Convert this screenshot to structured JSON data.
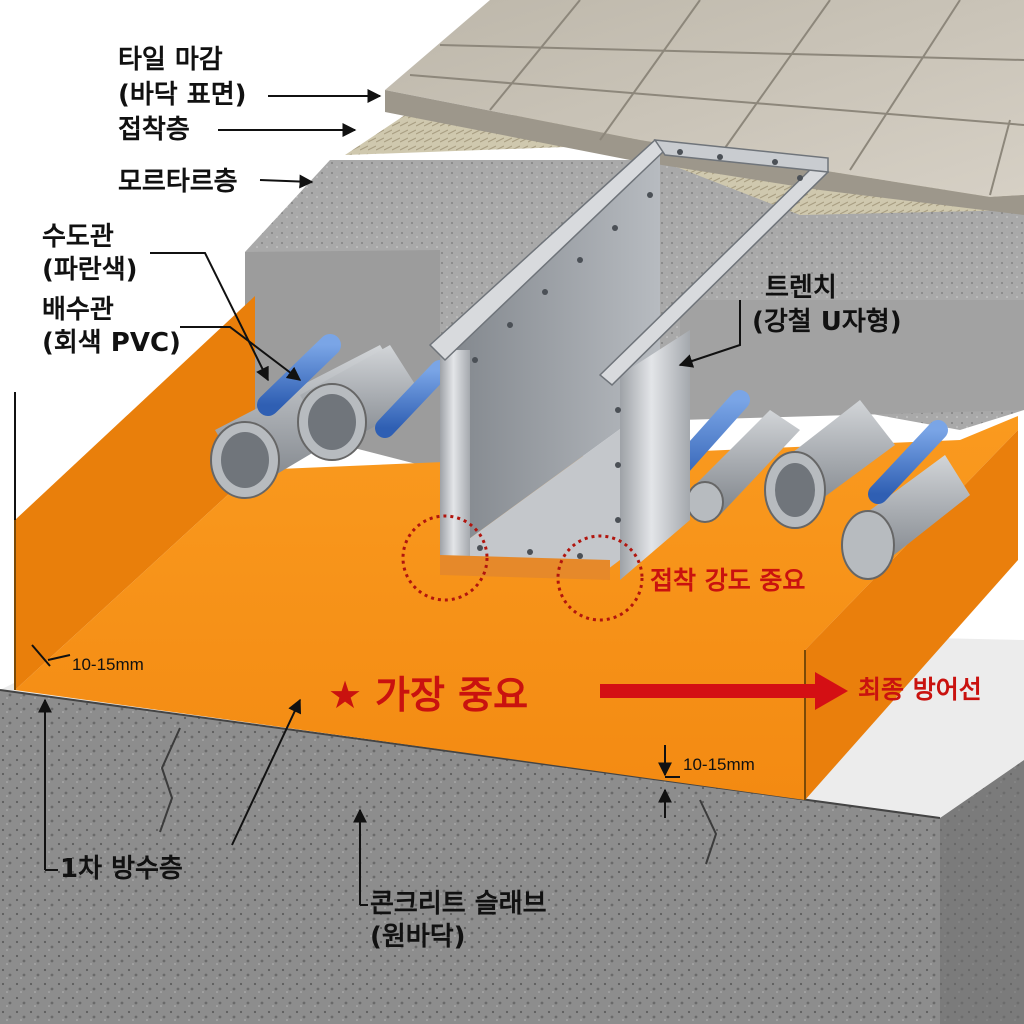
{
  "labels": {
    "tile_l1": "타일 마감",
    "tile_l2": "(바닥 표면)",
    "adhesive": "접착층",
    "mortar": "모르타르층",
    "water_pipe_l1": "수도관",
    "water_pipe_l2": "(파란색)",
    "drain_pipe_l1": "배수관",
    "drain_pipe_l2": "(회색 PVC)",
    "trench_l1": "트렌치",
    "trench_l2": "(강철 U자형)",
    "adhesion_note": "접착 강도 중요",
    "most_important": "가장 중요",
    "star": "★",
    "final_defense": "최종 방어선",
    "dim_left": "10-15mm",
    "dim_bottom": "10-15mm",
    "primary_waterproof": "1차 방수층",
    "slab_l1": "콘크리트 슬래브",
    "slab_l2": "(원바닥)"
  },
  "colors": {
    "waterproof": "#f7941d",
    "accent_red": "#c9120f",
    "water_pipe": "#3f73c9",
    "drain_pipe": "#a9adb2",
    "concrete": "#8f8f8f",
    "tile": "#c9c3b7",
    "steel": "#b9bcc0"
  }
}
